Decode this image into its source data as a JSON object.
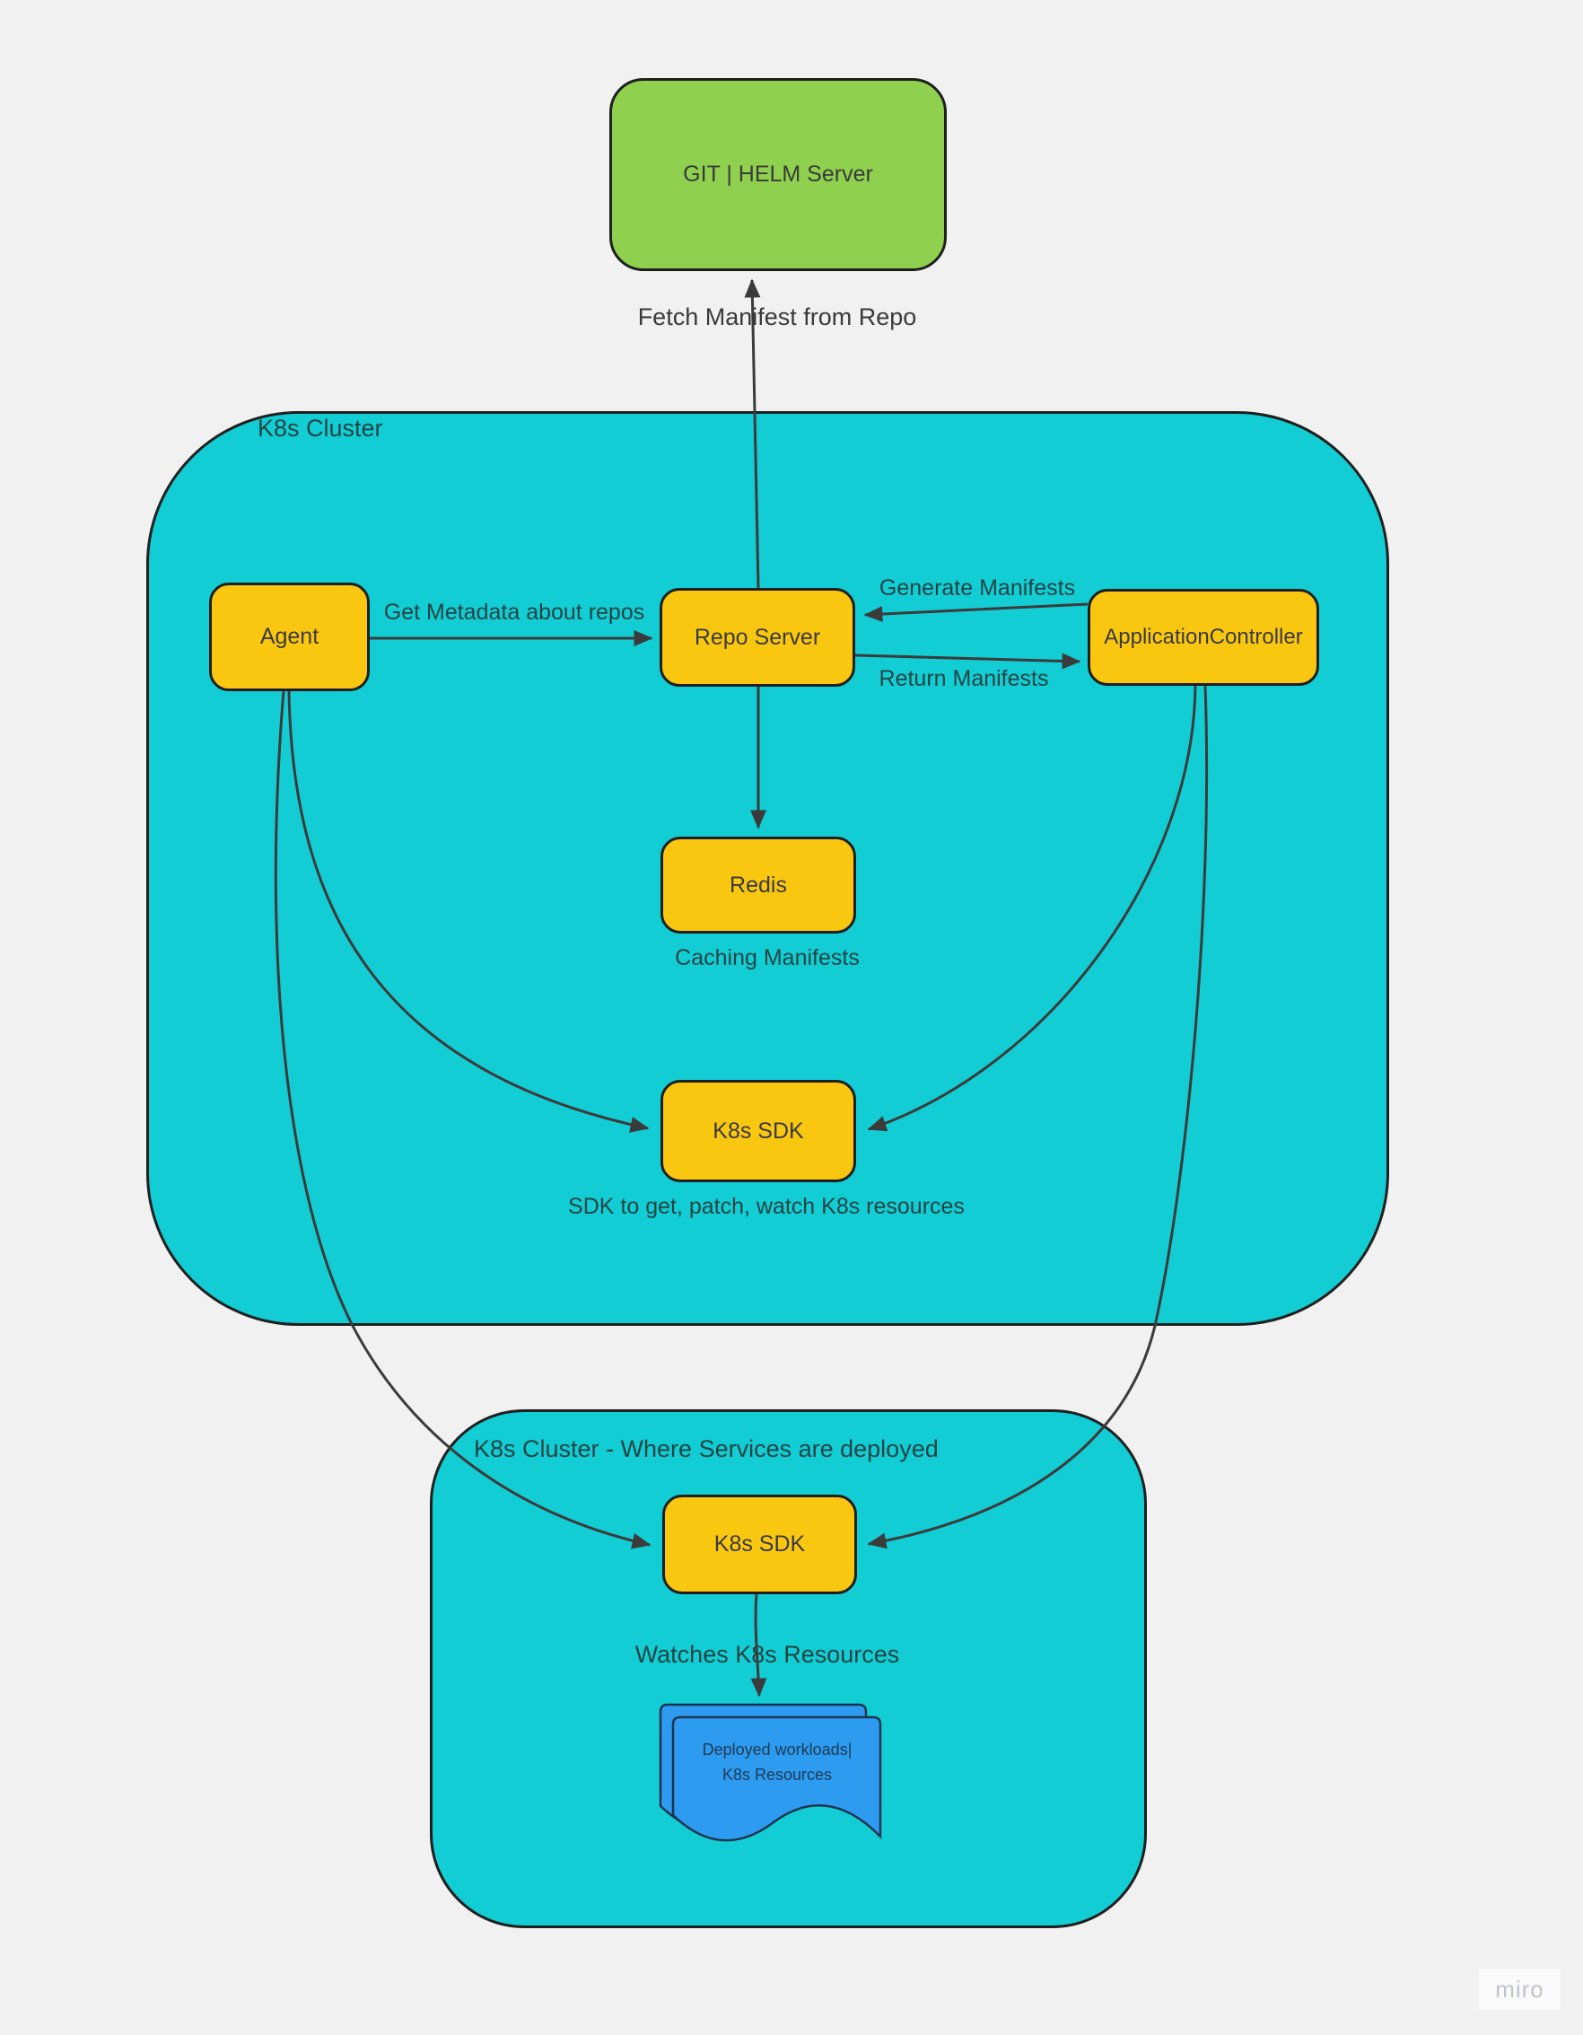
{
  "colors": {
    "canvas-bg": "#f1f1f1",
    "cluster-fill": "#12cdd4",
    "node-fill": "#fac710",
    "git-fill": "#8fd14f",
    "doc-fill": "#2d9bf0",
    "doc-text": "#1f3a52",
    "border": "#1f1f1f",
    "line": "#3b3b3b",
    "text-dark": "#3a3a3a",
    "text-teal": "#1f4444",
    "watermark": "#c2c2cf"
  },
  "clusters": {
    "main": {
      "title": "K8s Cluster"
    },
    "deploy": {
      "title": "K8s Cluster - Where Services are deployed"
    }
  },
  "nodes": {
    "git_helm": {
      "label": "GIT | HELM Server"
    },
    "agent": {
      "label": "Agent"
    },
    "repo_server": {
      "label": "Repo Server"
    },
    "app_controller": {
      "label": "ApplicationController"
    },
    "redis": {
      "label": "Redis"
    },
    "k8s_sdk_1": {
      "label": "K8s SDK"
    },
    "k8s_sdk_2": {
      "label": "K8s SDK"
    },
    "document": {
      "label": "Deployed workloads|\nK8s Resources"
    }
  },
  "edge_labels": {
    "fetch_manifest": "Fetch Manifest from Repo",
    "get_metadata": "Get Metadata about repos",
    "generate_manifests": "Generate Manifests",
    "return_manifests": "Return Manifests",
    "caching_manifests": "Caching Manifests",
    "sdk_note": "SDK to get, patch, watch K8s resources",
    "watches": "Watches K8s Resources"
  },
  "watermark": {
    "label": "miro"
  }
}
